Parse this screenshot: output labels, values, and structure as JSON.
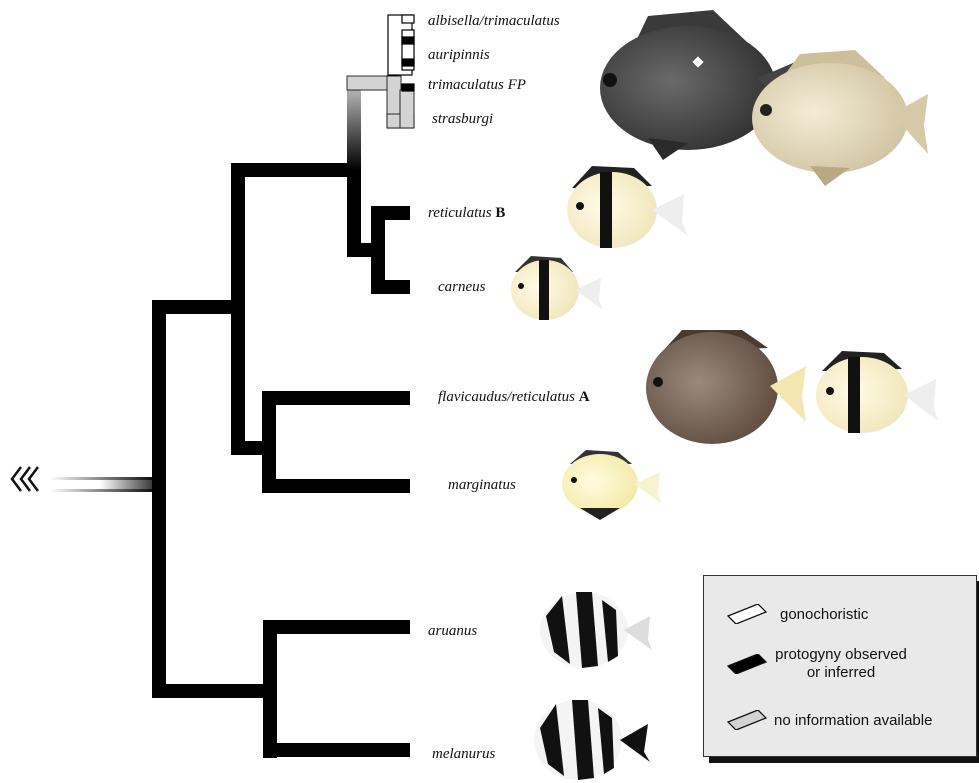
{
  "taxa": [
    {
      "name": "albisella/trimaculatus",
      "suffix": ""
    },
    {
      "name": "auripinnis",
      "suffix": ""
    },
    {
      "name": "trimaculatus FP",
      "suffix": ""
    },
    {
      "name": "strasburgi",
      "suffix": ""
    },
    {
      "name": "reticulatus",
      "suffix": "B"
    },
    {
      "name": "carneus",
      "suffix": ""
    },
    {
      "name": "flavicaudus/reticulatus",
      "suffix": "A"
    },
    {
      "name": "marginatus",
      "suffix": ""
    },
    {
      "name": "aruanus",
      "suffix": ""
    },
    {
      "name": "melanurus",
      "suffix": ""
    }
  ],
  "legend": {
    "items": [
      {
        "label": "gonochoristic",
        "state": "white"
      },
      {
        "label": "protogyny observed or inferred",
        "line1": "protogyny observed",
        "line2": "or inferred",
        "state": "black"
      },
      {
        "label": "no information available",
        "state": "gray"
      }
    ]
  },
  "colors": {
    "protogyny": "#000000",
    "gonochoristic": "#ffffff",
    "unknown": "#d3d3d3",
    "legend_bg": "#e9e9e9"
  },
  "illustrations": [
    {
      "taxon": "albisella/trimaculatus",
      "pattern": "dark-adult"
    },
    {
      "taxon": "strasburgi",
      "pattern": "pale-adult"
    },
    {
      "taxon": "reticulatus",
      "pattern": "banded-juvenile"
    },
    {
      "taxon": "carneus",
      "pattern": "banded-juvenile"
    },
    {
      "taxon": "flavicaudus/reticulatus",
      "pattern": "brown-adult"
    },
    {
      "taxon": "flavicaudus/reticulatus",
      "pattern": "banded-juvenile"
    },
    {
      "taxon": "marginatus",
      "pattern": "yellow-dark-margin"
    },
    {
      "taxon": "aruanus",
      "pattern": "black-white-banded"
    },
    {
      "taxon": "melanurus",
      "pattern": "black-white-banded-black-tail"
    }
  ]
}
